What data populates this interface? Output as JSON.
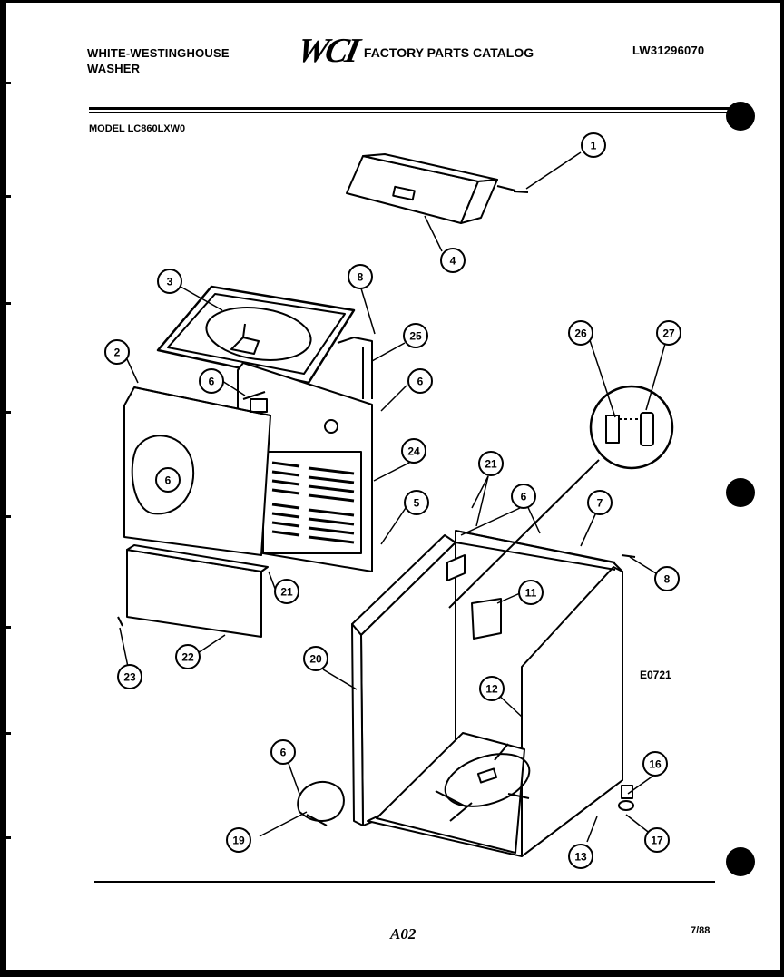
{
  "header": {
    "brand_line1": "WHITE-WESTINGHOUSE",
    "brand_line2": "WASHER",
    "logo": "WCI",
    "catalog_title": "FACTORY PARTS CATALOG",
    "catalog_number": "LW31296070"
  },
  "model_label": "MODEL LC860LXW0",
  "diagram_code": "E0721",
  "footer": {
    "page": "A02",
    "date": "7/88"
  },
  "callouts": [
    "1",
    "4",
    "3",
    "8",
    "25",
    "2",
    "6",
    "6",
    "6",
    "24",
    "5",
    "21",
    "22",
    "23",
    "26",
    "27",
    "21",
    "6",
    "7",
    "8",
    "11",
    "12",
    "20",
    "6",
    "19",
    "16",
    "17",
    "13"
  ]
}
